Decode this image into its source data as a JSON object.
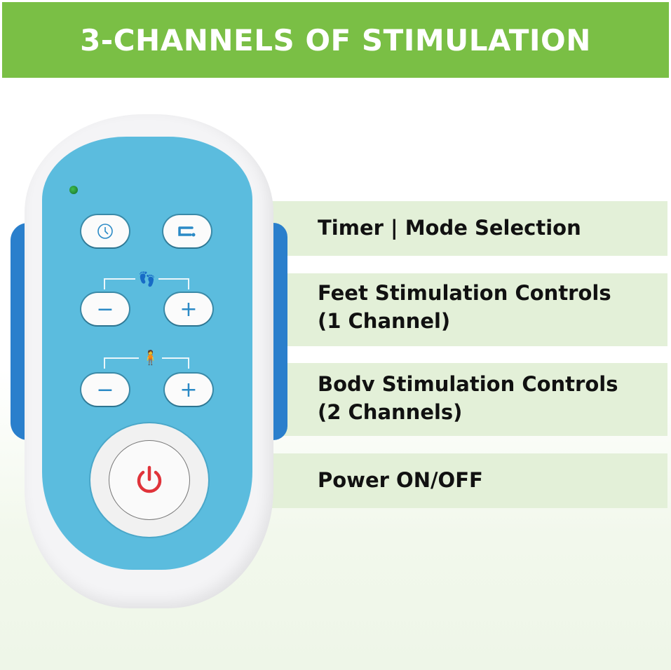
{
  "banner": {
    "title": "3-CHANNELS OF STIMULATION",
    "color": "#7abf45"
  },
  "features": [
    {
      "label": "Timer | Mode Selection"
    },
    {
      "label": "Feet Stimulation Controls\n(1 Channel)"
    },
    {
      "label": "Bodv Stimulation Controls\n(2 Channels)"
    },
    {
      "label": "Power ON/OFF"
    }
  ],
  "remote": {
    "buttons": {
      "timer": "clock-icon",
      "mode": "mode-icon",
      "feet_minus": "−",
      "feet_plus": "+",
      "body_minus": "−",
      "body_plus": "+",
      "power": "power-icon"
    },
    "colors": {
      "face": "#5bbcde",
      "shell": "#f4f4f6",
      "grip": "#2a7fcc",
      "power_icon": "#e0333a",
      "led": "#2fa043"
    }
  }
}
